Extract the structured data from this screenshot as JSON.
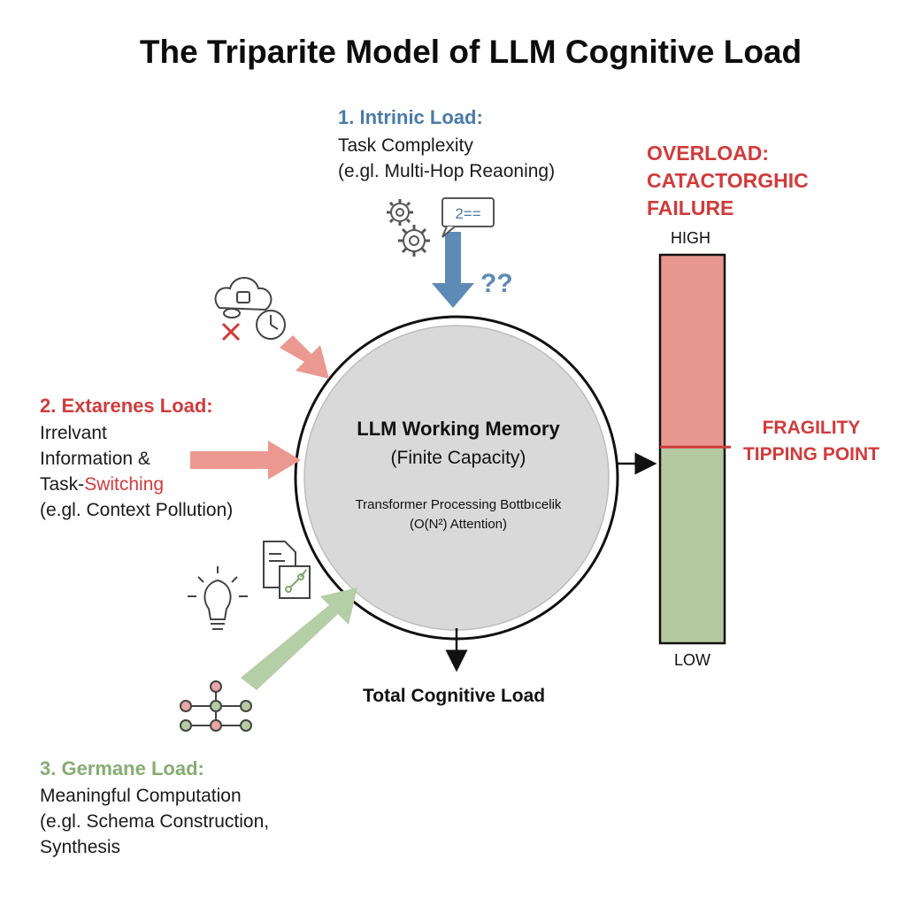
{
  "title": "The Triparite Model of LLM Cognitive Load",
  "intrinsic": {
    "heading": "1. Intrinic Load:",
    "line1": "Task Complexity",
    "line2": "(e.gl. Multi-Hop Reaoning)",
    "icons": {
      "gears": "gears-icon",
      "bubble": "speech-bubble-icon",
      "bubble_text": "2==",
      "question": "??"
    }
  },
  "extraneous": {
    "heading": "2. Extarenes Load:",
    "line1": "Irrelvant",
    "line2": "Information &",
    "line3a": "Task-",
    "line3b": "Switching",
    "line4": "(e.gl. Context Pollution)"
  },
  "germane": {
    "heading": "3. Germane Load:",
    "line1": "Meaningful Computation",
    "line2": "(e.gl. Schema Construction,",
    "line3": "Synthesis"
  },
  "memory": {
    "title": "LLM Working Memory",
    "subtitle": "(Finite Capacity)",
    "line1": "Transformer Processing Bottbıcelik",
    "line2": "(O(N²) Attention)"
  },
  "total_load": "Total Cognitive Load",
  "gauge": {
    "overload_line1": "OVERLOAD:",
    "overload_line2": "CATACTORGHIC",
    "overload_line3": "FAILURE",
    "high": "HIGH",
    "low": "LOW",
    "tipping_line1": "FRAGILITY",
    "tipping_line2": "TIPPING POINT",
    "overload_fraction": 0.495
  },
  "colors": {
    "intrinsic": "#4a7ba8",
    "extraneous": "#d13b3b",
    "germane": "#86ad72",
    "overload_fill": "#e8978f",
    "safe_fill": "#b5c9a1"
  }
}
